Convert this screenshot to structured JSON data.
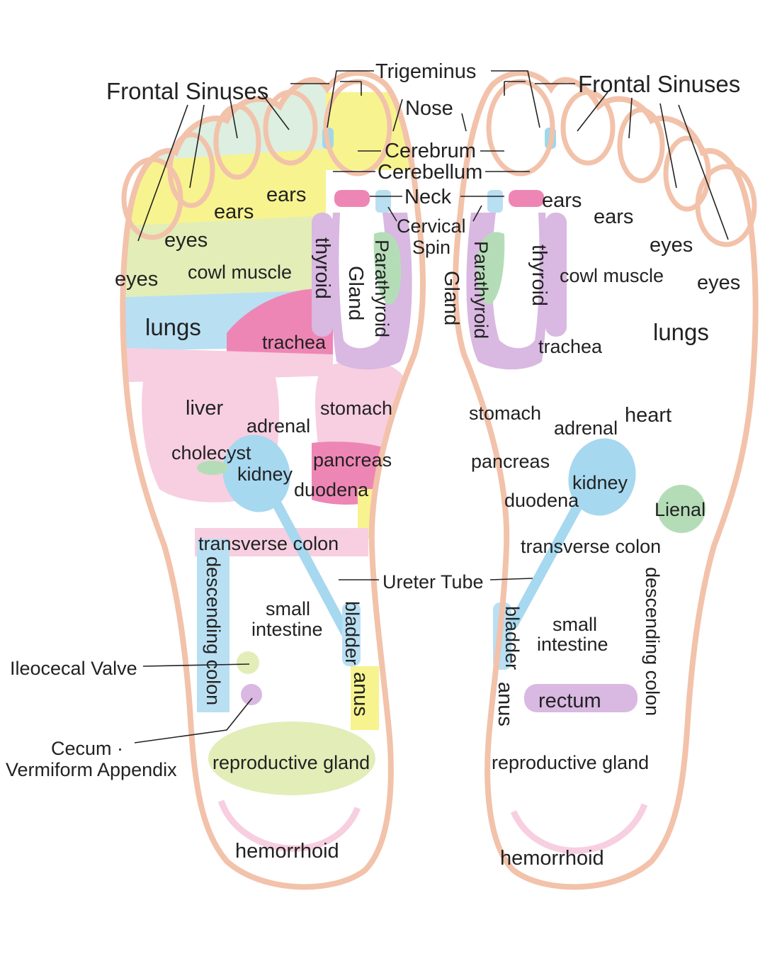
{
  "colors": {
    "outline": "#f2c2aa",
    "yellow": "#f7f38f",
    "mint": "#dcefe0",
    "lightgreen": "#e2edb8",
    "pink": "#f7cfe0",
    "hotpink": "#ee86b5",
    "blue": "#b9dff2",
    "kidney_blue": "#a6d8f0",
    "lilac": "#d9b8e2",
    "green": "#b4ddb7",
    "cyan": "#9fd8e8"
  },
  "top_labels": {
    "frontal_sinuses_left": "Frontal Sinuses",
    "frontal_sinuses_right": "Frontal Sinuses",
    "trigeminus": "Trigeminus",
    "nose": "Nose",
    "cerebrum": "Cerebrum",
    "cerebellum": "Cerebellum",
    "neck": "Neck",
    "cervical_spin_1": "Cervical",
    "cervical_spin_2": "Spin",
    "ureter_tube": "Ureter Tube"
  },
  "left_foot": {
    "eyes_1": "eyes",
    "eyes_2": "eyes",
    "ears_1": "ears",
    "ears_2": "ears",
    "cowl_muscle": "cowl muscle",
    "thyroid": "thyroid",
    "parathyroid": "Parathyroid",
    "gland": "Gland",
    "lungs": "lungs",
    "trachea": "trachea",
    "liver": "liver",
    "adrenal": "adrenal",
    "stomach": "stomach",
    "cholecyst": "cholecyst",
    "kidney": "kidney",
    "pancreas": "pancreas",
    "duodena": "duodena",
    "transverse_colon": "transverse colon",
    "descending_colon": "descending colon",
    "small": "small",
    "intestine": "intestine",
    "bladder": "bladder",
    "anus": "anus",
    "reproductive_gland": "reproductive gland",
    "hemorrhoid": "hemorrhoid"
  },
  "right_foot": {
    "eyes_1": "eyes",
    "eyes_2": "eyes",
    "ears_1": "ears",
    "ears_2": "ears",
    "cowl_muscle": "cowl muscle",
    "thyroid": "thyroid",
    "parathyroid": "Parathyroid",
    "gland": "Gland",
    "lungs": "lungs",
    "trachea": "trachea",
    "heart": "heart",
    "adrenal": "adrenal",
    "stomach": "stomach",
    "pancreas": "pancreas",
    "duodena": "duodena",
    "kidney": "kidney",
    "lienal": "Lienal",
    "transverse_colon": "transverse colon",
    "descending_colon": "descending colon",
    "small": "small",
    "intestine": "intestine",
    "bladder": "bladder",
    "anus": "anus",
    "rectum": "rectum",
    "reproductive_gland": "reproductive gland",
    "hemorrhoid": "hemorrhoid"
  },
  "side_labels": {
    "ileocecal_valve": "Ileocecal Valve",
    "cecum": "Cecum ·",
    "vermiform_appendix": "Vermiform Appendix"
  }
}
